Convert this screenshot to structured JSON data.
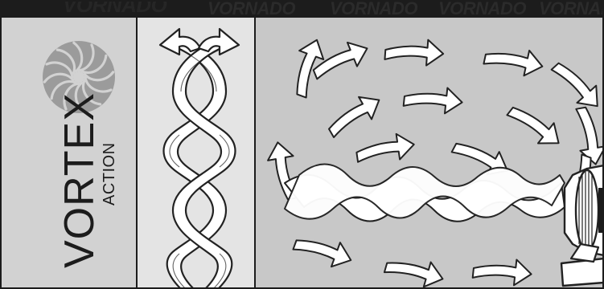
{
  "header": {
    "watermarks": [
      "VORNADO",
      "VORNADO",
      "VORNADO",
      "VORNADO",
      "VORNADO"
    ]
  },
  "logo": {
    "icon": "vortex-spiral-icon",
    "word": "VORTEX",
    "subword": "ACTION"
  },
  "colors": {
    "dark": "#1c1c1c",
    "panel_light": "#e4e4e4",
    "panel_mid": "#d2d2d2",
    "panel_flow": "#c8c8c8",
    "arrow_fill": "#ffffff",
    "stroke": "#222222"
  },
  "illustrations": {
    "twist_panel": "twisted-airflow-column",
    "flow_panel": "room-air-circulation-with-fan"
  }
}
